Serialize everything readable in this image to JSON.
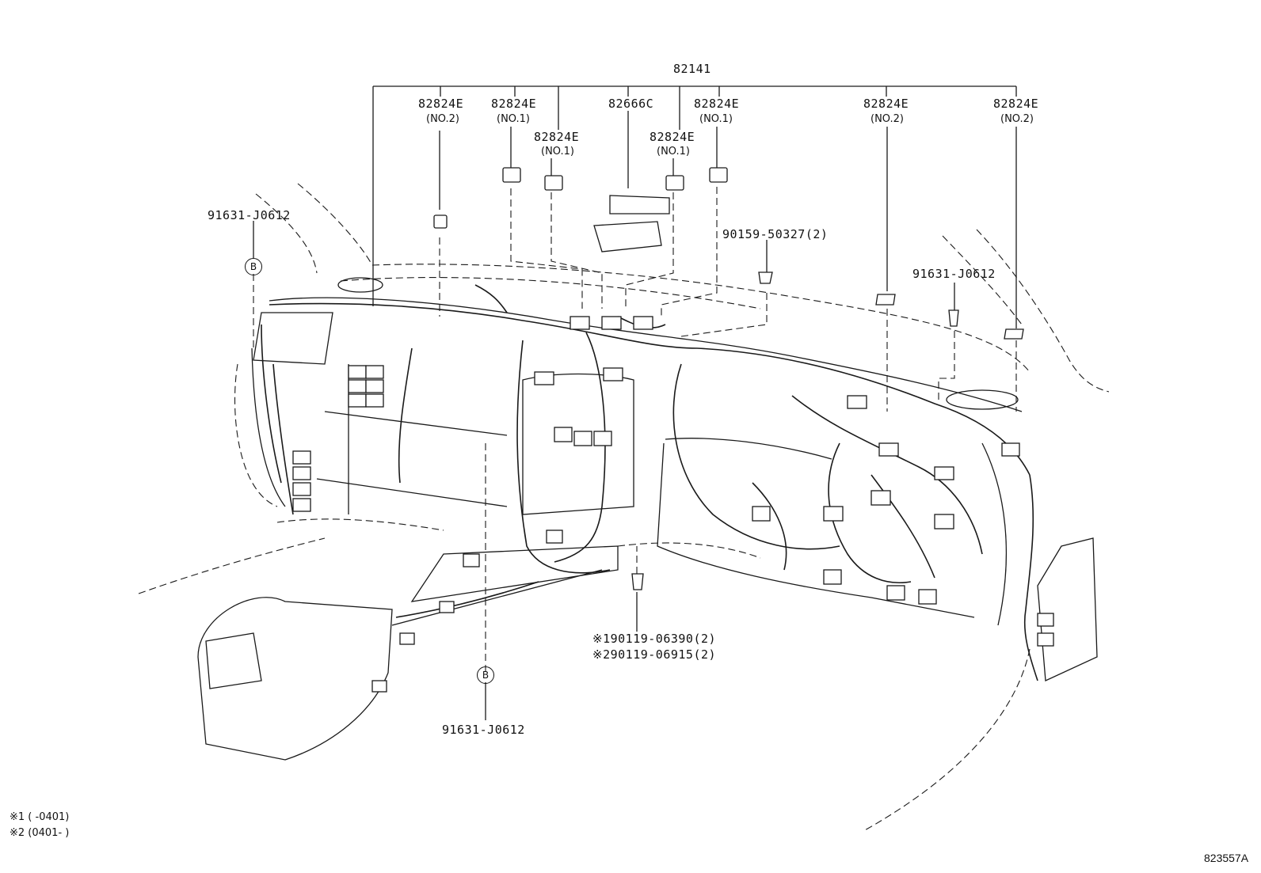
{
  "parts": {
    "assembly": "82141",
    "clamp_a": "82824E",
    "clamp_a_sub": "(NO.2)",
    "clamp_b": "82824E",
    "clamp_b_sub": "(NO.1)",
    "clamp_c": "82824E",
    "clamp_c_sub": "(NO.1)",
    "relay_block": "82666C",
    "clamp_d": "82824E",
    "clamp_d_sub": "(NO.1)",
    "clamp_e": "82824E",
    "clamp_e_sub": "(NO.1)",
    "clamp_f": "82824E",
    "clamp_f_sub": "(NO.2)",
    "clamp_g": "82824E",
    "clamp_g_sub": "(NO.2)",
    "grommet_left": "91631-J0612",
    "grommet_right": "91631-J0612",
    "grommet_bottom": "91631-J0612",
    "screw_top": "90159-50327(2)",
    "bolt_1": "※190119-06390(2)",
    "bolt_2": "※290119-06915(2)"
  },
  "callout_b": "B",
  "notes": {
    "note_1": "※1 (        -0401)",
    "note_2": "※2 (0401-        )"
  },
  "figure_code": "823557A"
}
